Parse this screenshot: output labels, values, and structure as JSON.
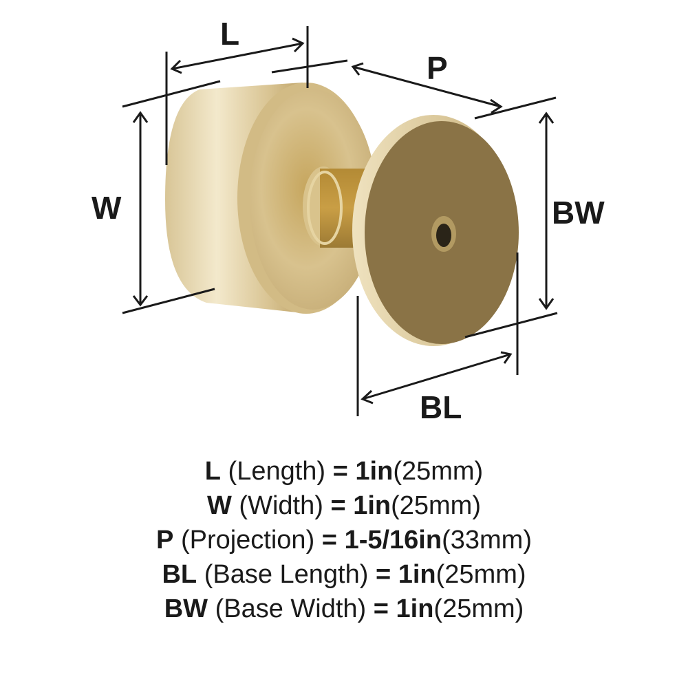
{
  "diagram": {
    "labels": {
      "length": "L",
      "width": "W",
      "projection": "P",
      "base_length": "BL",
      "base_width": "BW"
    },
    "colors": {
      "brass_light": "#e8d9b0",
      "brass_mid": "#c9b07a",
      "brass_dark": "#a8884a",
      "base_face": "#8a7346",
      "line": "#1a1a1a"
    }
  },
  "specs": [
    {
      "abbr": "L",
      "name": "(Length)",
      "eq": "=",
      "imperial": "1in",
      "metric": "(25mm)"
    },
    {
      "abbr": "W",
      "name": "(Width)",
      "eq": "=",
      "imperial": "1in",
      "metric": "(25mm)"
    },
    {
      "abbr": "P",
      "name": "(Projection)",
      "eq": "=",
      "imperial": "1-5/16in",
      "metric": "(33mm)"
    },
    {
      "abbr": "BL",
      "name": "(Base Length)",
      "eq": "=",
      "imperial": "1in",
      "metric": "(25mm)"
    },
    {
      "abbr": "BW",
      "name": "(Base Width)",
      "eq": "=",
      "imperial": "1in",
      "metric": "(25mm)"
    }
  ]
}
